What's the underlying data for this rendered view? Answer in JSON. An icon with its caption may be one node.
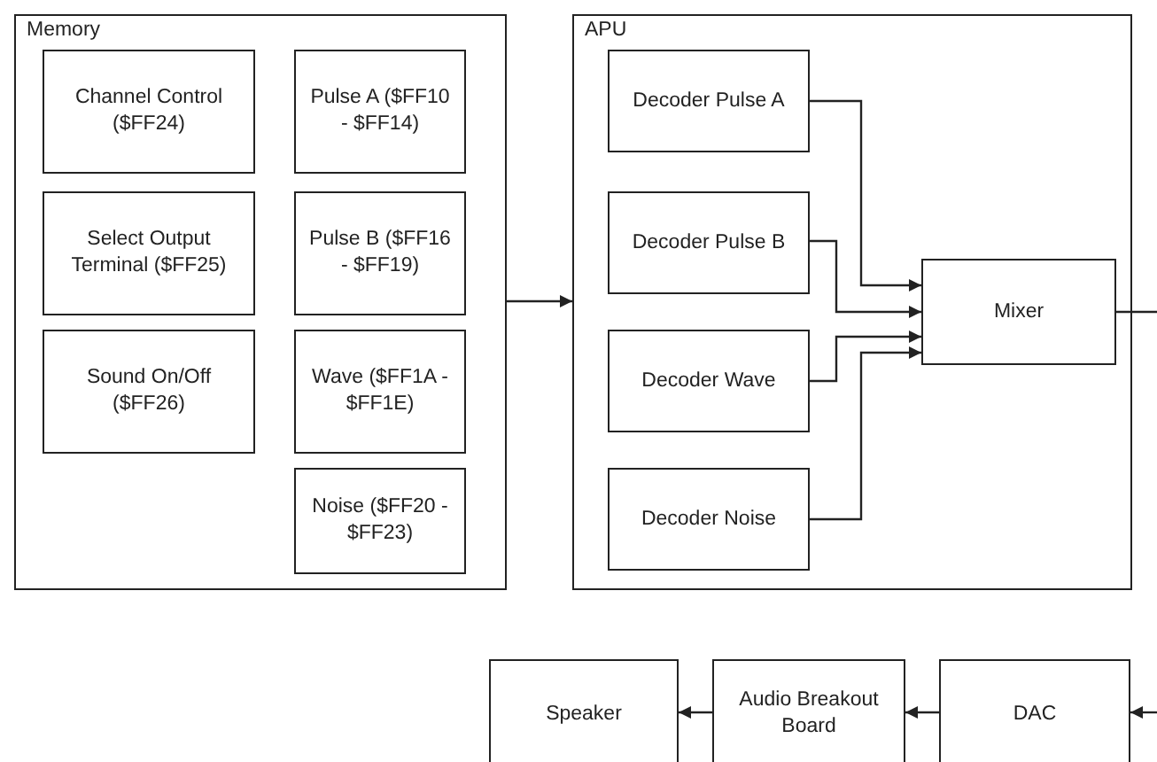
{
  "diagram": {
    "nodes": [
      {
        "text": [
          "Memory"
        ]
      },
      {
        "text": [
          "Channel Control ($FF24)"
        ],
        "in": 0
      },
      {
        "text": [
          "Pulse A ($FF10 - $FF14)"
        ],
        "in": 0
      },
      {
        "text": [
          "Select Output Terminal ($FF25)"
        ],
        "in": 0
      },
      {
        "text": [
          "Pulse B ($FF16 - $FF19)"
        ],
        "in": 0
      },
      {
        "text": [
          "Sound On/Off ($FF26)"
        ],
        "in": 0
      },
      {
        "text": [
          "Wave ($FF1A - $FF1E)"
        ],
        "in": 0
      },
      {
        "text": [
          "Noise ($FF20 - $FF23)"
        ],
        "in": 0
      },
      {
        "text": [
          "APU"
        ]
      },
      {
        "text": [
          "Decoder Pulse A"
        ],
        "in": 8
      },
      {
        "text": [
          "Decoder Pulse B"
        ],
        "in": 8
      },
      {
        "text": [
          "Decoder Wave"
        ],
        "in": 8
      },
      {
        "text": [
          "Decoder Noise"
        ],
        "in": 8
      },
      {
        "text": [
          "Mixer"
        ],
        "in": 8
      },
      {
        "text": [
          "Speaker"
        ]
      },
      {
        "text": [
          "Audio Breakout Board"
        ]
      },
      {
        "text": [
          "DAC"
        ]
      }
    ],
    "edges": [
      {
        "from": 0,
        "to": 8,
        "arrow": "to"
      },
      {
        "from": 9,
        "to": 13,
        "arrow": "to"
      },
      {
        "from": 10,
        "to": 13,
        "arrow": "to"
      },
      {
        "from": 11,
        "to": 13,
        "arrow": "to"
      },
      {
        "from": 12,
        "to": 13,
        "arrow": "to"
      },
      {
        "from": 13,
        "to": null,
        "arrow": "none"
      },
      {
        "from": null,
        "to": 16,
        "arrow": "to"
      },
      {
        "from": 16,
        "to": 15,
        "arrow": "to"
      },
      {
        "from": 15,
        "to": 14,
        "arrow": "to"
      }
    ]
  }
}
